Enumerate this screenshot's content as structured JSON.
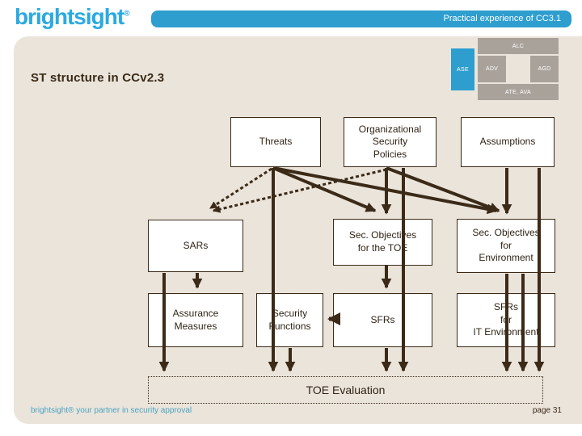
{
  "header": {
    "logo_text": "brightsight",
    "logo_reg": "®",
    "banner_title": "Practical experience of CC3.1"
  },
  "assurance_map": {
    "alc": "ALC",
    "ase": "ASE",
    "adv": "ADV",
    "agd": "AGD",
    "ate_ava": "ATE, AVA"
  },
  "slide": {
    "title": "ST structure in CCv2.3"
  },
  "diagram": {
    "boxes": {
      "threats": "Threats",
      "osp": "Organizational\nSecurity\nPolicies",
      "assumptions": "Assumptions",
      "sars": "SARs",
      "sec_obj_toe": "Sec. Objectives\nfor the TOE",
      "sec_obj_env": "Sec. Objectives\nfor\nEnvironment",
      "assurance_measures": "Assurance\nMeasures",
      "security_functions": "Security\nFunctions",
      "sfrs": "SFRs",
      "sfrs_it_env": "SFRs\nfor\nIT Environment",
      "toe_evaluation": "TOE Evaluation"
    }
  },
  "footer": {
    "tagline": "brightsight® your partner in security approval",
    "page": "page 31"
  },
  "colors": {
    "accent_blue": "#2E9ECF",
    "logo_blue": "#2BAAE1",
    "panel_beige": "#EAE4DB",
    "mini_box_gray": "#A9A29B",
    "ink_brown": "#3B2A17",
    "footer_blue": "#4BA4C0"
  }
}
